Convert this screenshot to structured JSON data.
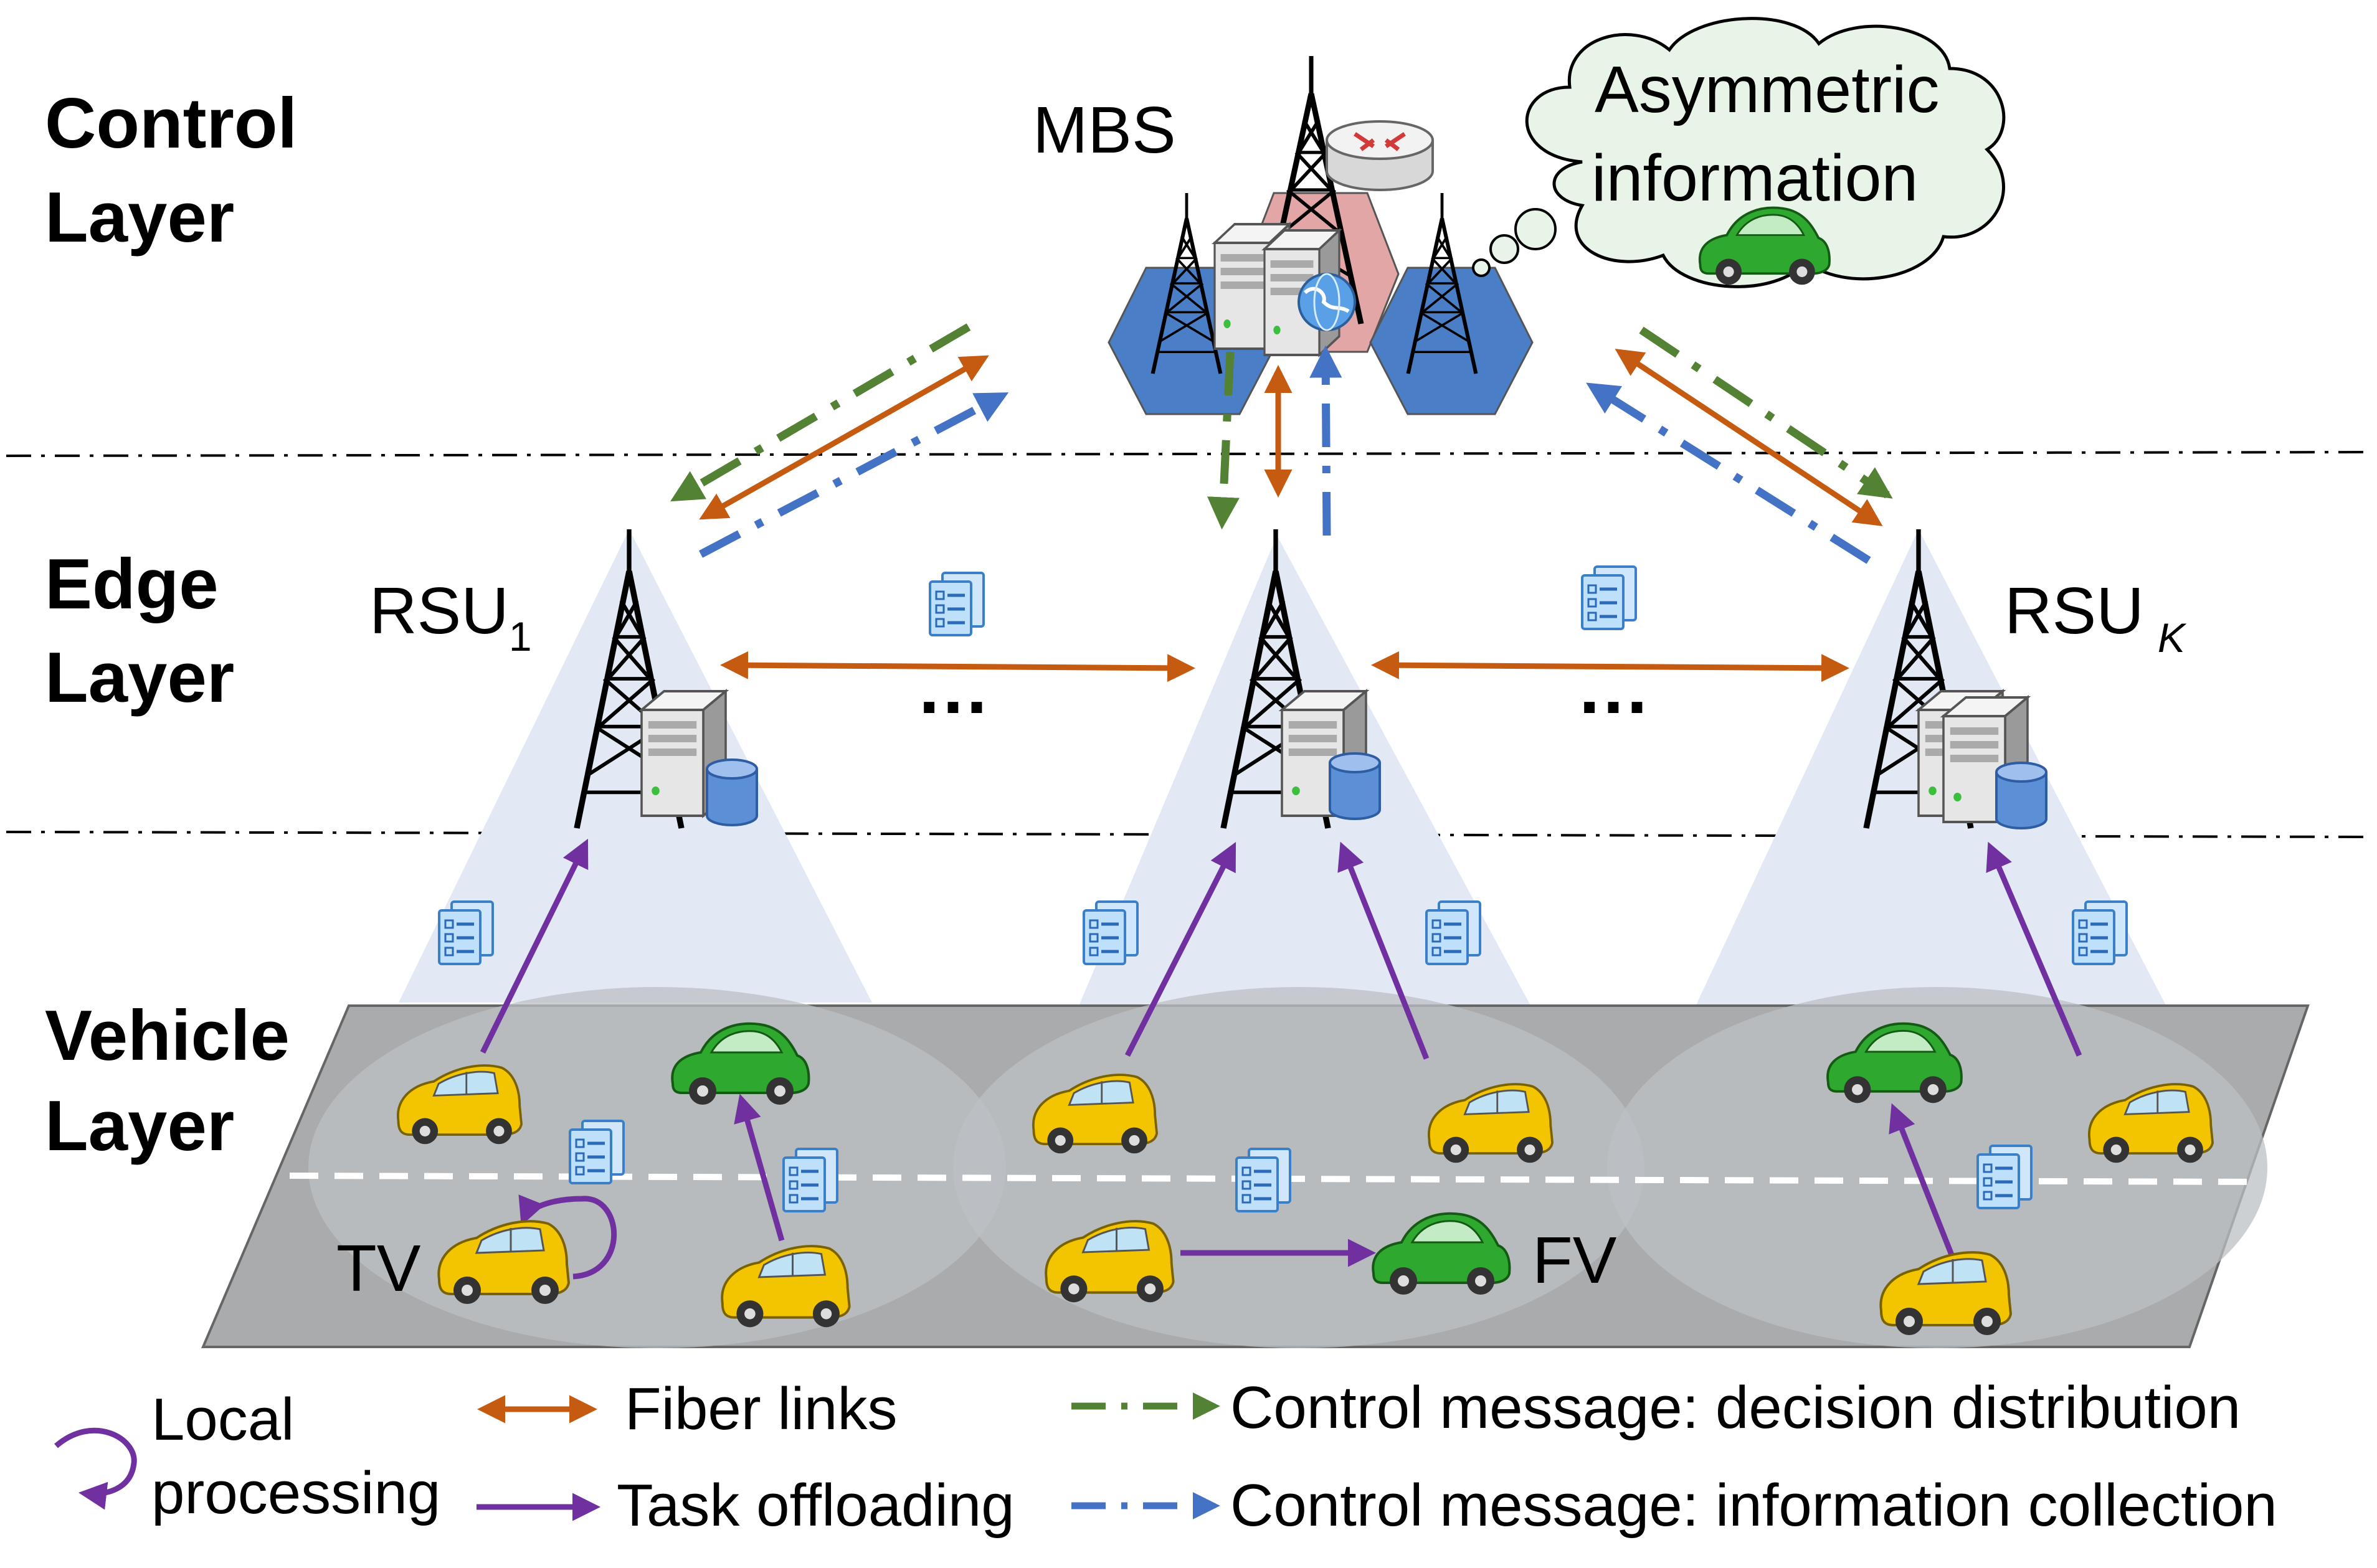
{
  "layers": {
    "control_line1": "Control",
    "control_line2": "Layer",
    "edge_line1": "Edge",
    "edge_line2": "Layer",
    "vehicle_line1": "Vehicle",
    "vehicle_line2": "Layer"
  },
  "nodes": {
    "mbs": "MBS",
    "rsu1_base": "RSU",
    "rsu1_sub": "1",
    "rsuk_base": "RSU",
    "rsuk_sub": "K",
    "ellipsis": "…",
    "tv": "TV",
    "fv": "FV"
  },
  "thought_bubble": {
    "line1": "Asymmetric",
    "line2": "information"
  },
  "legend": {
    "local_line1": "Local",
    "local_line2": "processing",
    "fiber": "Fiber links",
    "offload": "Task offloading",
    "decision": "Control message: decision distribution",
    "collection": "Control message: information collection"
  },
  "colors": {
    "fiber": "#c55a11",
    "offload": "#7030a0",
    "decision": "#548235",
    "collection": "#4472c4",
    "yellow_car": "#f2c500",
    "green_car": "#2ea82e",
    "road": "#a9abad",
    "coverage": "#dfe6f3",
    "bubble": "#e8f4e8",
    "hexagon_blue": "#4a7fc8",
    "hexagon_red": "#e0a0a0"
  }
}
